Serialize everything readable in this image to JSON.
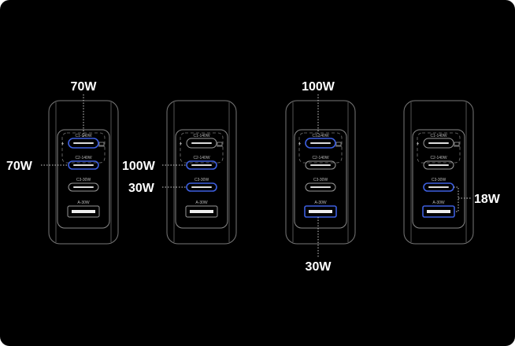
{
  "port_labels": {
    "c1": "C1-140W",
    "c2": "C2-140W",
    "c3": "C3-30W",
    "a": "A-30W"
  },
  "colors": {
    "background": "#000000",
    "outline": "#8a8a8a",
    "active_port": "#3d5fe0"
  },
  "configurations": [
    {
      "active": [
        "c1",
        "c2"
      ],
      "labels": {
        "top": "70W",
        "left": "70W"
      }
    },
    {
      "active": [
        "c2",
        "c3"
      ],
      "labels": {
        "left_c2": "100W",
        "left_c3": "30W"
      }
    },
    {
      "active": [
        "c1",
        "a"
      ],
      "labels": {
        "top": "100W",
        "bottom": "30W"
      }
    },
    {
      "active": [
        "c3",
        "a"
      ],
      "labels": {
        "right": "18W"
      }
    }
  ]
}
